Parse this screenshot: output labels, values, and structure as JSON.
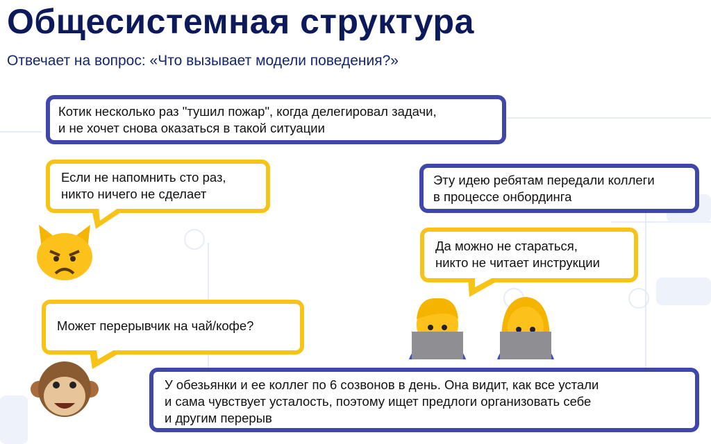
{
  "slide": {
    "title": "Общесистемная структура",
    "subtitle": "Отвечает на вопрос: «Что вызывает модели поведения?»",
    "bubbles": [
      {
        "kind": "explanation",
        "lines": [
          "Котик несколько раз \"тушил пожар\", когда делегировал задачи,",
          "и не хочет снова оказаться в такой ситуации"
        ]
      },
      {
        "kind": "speech",
        "lines": [
          "Если не напомнить сто раз,",
          "никто ничего не сделает"
        ]
      },
      {
        "kind": "explanation",
        "lines": [
          "Эту идею ребятам передали коллеги",
          "в процессе онбординга"
        ]
      },
      {
        "kind": "speech",
        "lines": [
          "Да можно не стараться,",
          "никто не читает инструкции"
        ]
      },
      {
        "kind": "speech",
        "lines": [
          "Может перерывчик на чай/кофе?"
        ]
      },
      {
        "kind": "explanation",
        "lines": [
          "У обезьянки и ее коллег по 6 созвонов в день. Она видит, как все устали",
          "и сама чувствует усталость, поэтому ищет предлоги организовать себе",
          "и другим перерыв"
        ]
      }
    ],
    "icons": [
      "pouting-cat-emoji",
      "man-technologist-emoji",
      "woman-technologist-emoji",
      "monkey-face-emoji"
    ]
  },
  "colors": {
    "title": "#0c1a5c",
    "blue_border": "#3f47ab",
    "yellow_border": "#f7c316"
  }
}
